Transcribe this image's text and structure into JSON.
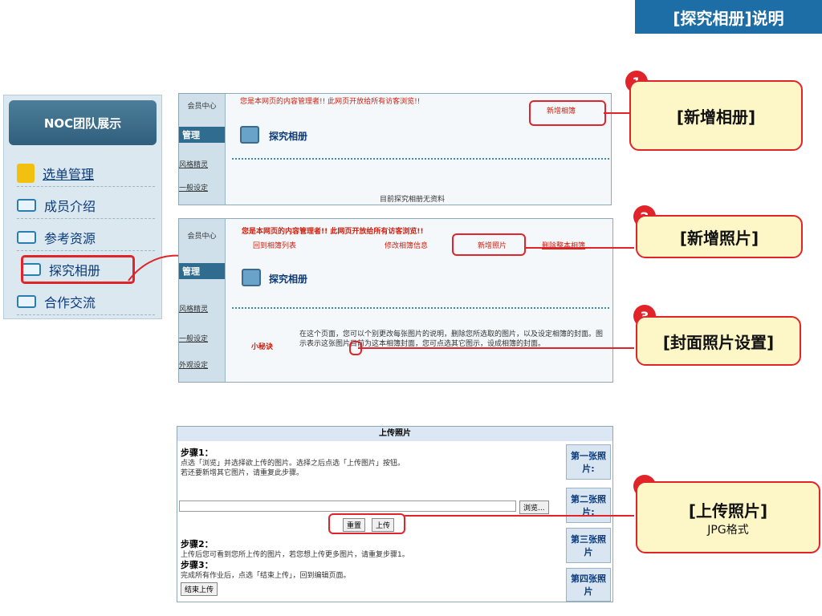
{
  "header": {
    "title": "[探究相册]说明"
  },
  "sidebar": {
    "title": "NOC团队展示",
    "items": [
      {
        "label": "选单管理"
      },
      {
        "label": "成员介绍"
      },
      {
        "label": "参考资源"
      },
      {
        "label": "探究相册"
      },
      {
        "label": "合作交流"
      }
    ]
  },
  "panel1": {
    "nav": [
      "会员中心",
      "管理",
      "风格精灵",
      "一般设定"
    ],
    "notice": "您是本网页的内容管理者!! 此网页开放给所有访客浏览!!",
    "add_album": "新增相簿",
    "title": "探究相册",
    "empty_text": "目前探究相册无资料"
  },
  "panel2": {
    "nav": [
      "会员中心",
      "管理",
      "风格精灵",
      "一般设定",
      "外观设定"
    ],
    "notice": "您是本网页的内容管理者!! 此网页开放给所有访客浏览!!",
    "back_link": "回到相簿列表",
    "edit_link": "修改相簿信息",
    "add_photo": "新增照片",
    "delete_link": "删除整本相簿",
    "title": "探究相册",
    "tip_label": "小秘诀",
    "tip_text": "在这个页面，您可以个别更改每张图片的说明，删除您所选取的图片，以及设定相簿的封面。图示表示这张图片目前为这本相簿封面，您可点选其它图示，设成相簿的封面。"
  },
  "panel3": {
    "header": "上传照片",
    "step1_title": "步骤1：",
    "step1_line1": "点选「浏览」并选择欲上传的图片。选择之后点选「上传图片」按钮。",
    "step1_line2": "若还要新增其它图片，请重复此步骤。",
    "browse_label": "浏览...",
    "reset_label": "重置",
    "upload_label": "上传",
    "step2_title": "步骤2：",
    "step2_text": "上传后您可看到您所上传的图片，若您想上传更多图片，请重复步骤1。",
    "step3_title": "步骤3：",
    "step3_text": "完成所有作业后，点选「结束上传」，回到编辑页面。",
    "finish_label": "结束上传",
    "slots": [
      "第一张照片:",
      "第二张照片:",
      "第三张照片",
      "第四张照片"
    ]
  },
  "callouts": [
    {
      "num": "1",
      "label": "[新增相册]"
    },
    {
      "num": "2",
      "label": "[新增照片]"
    },
    {
      "num": "3",
      "label": "[封面照片设置]"
    },
    {
      "num": "4",
      "label": "[上传照片]",
      "sub": "JPG格式"
    }
  ],
  "colors": {
    "header_bg": "#1d6ea6",
    "callout_border": "#e0242a",
    "callout_bg": "#fdf7c8"
  }
}
